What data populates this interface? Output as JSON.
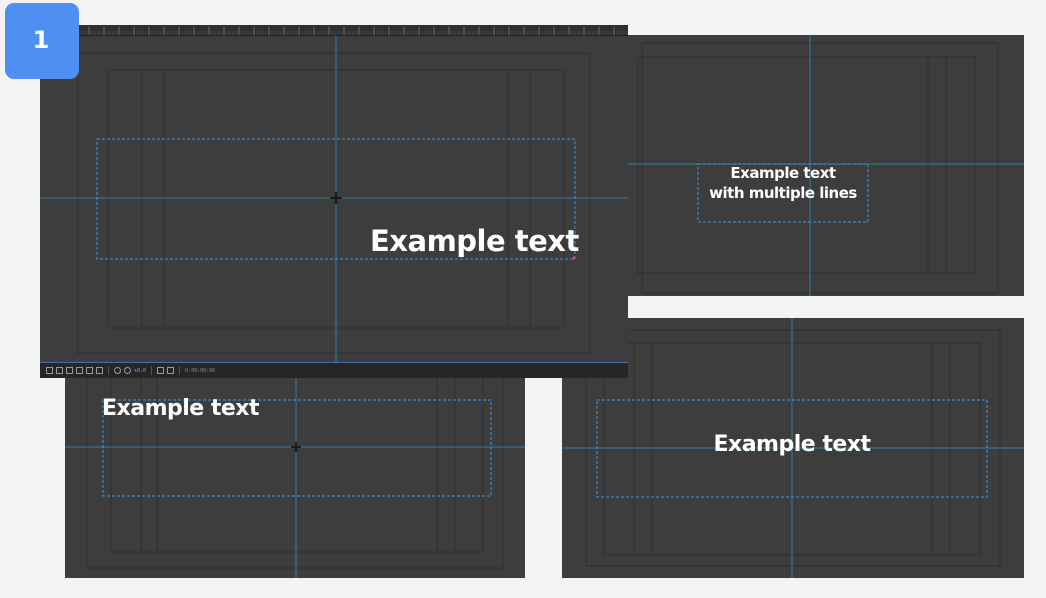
{
  "step_badge": "1",
  "colors": {
    "background": "#f3f3f3",
    "panel": "#3d3d3d",
    "accent_badge": "#4d8ff2",
    "guide_line": "#2d7fa0",
    "selection_box": "#3d97e0",
    "text": "#ffffff"
  },
  "main_editor": {
    "sample_text": "Example text",
    "timecode": "0:00:00:00",
    "toolbar_value": "+0.0"
  },
  "panel_top_right": {
    "sample_text": "Example text\nwith multiple lines"
  },
  "panel_bottom_left": {
    "sample_text": "Example text"
  },
  "panel_bottom_right": {
    "sample_text": "Example text"
  }
}
